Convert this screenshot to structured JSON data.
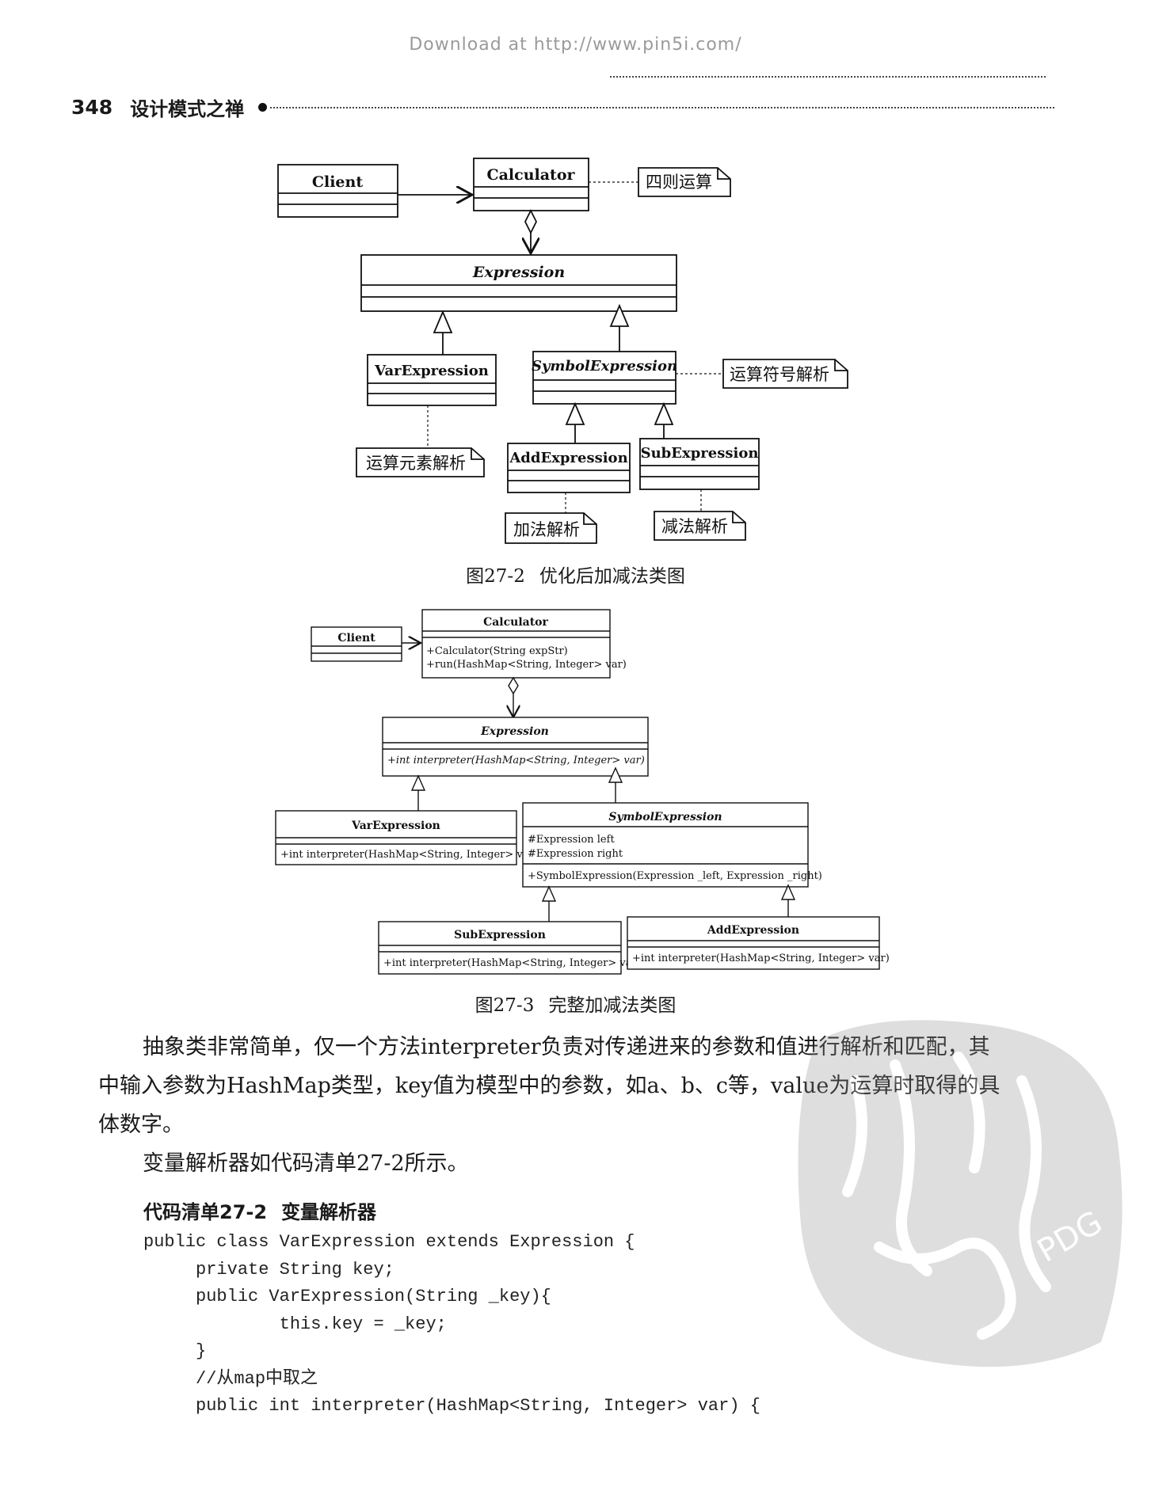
{
  "watermark_top": "Download at http://www.pin5i.com/",
  "header": {
    "page_number": "348",
    "book_title": "设计模式之禅"
  },
  "figure1": {
    "classes": {
      "client": "Client",
      "calculator": "Calculator",
      "expression": "Expression",
      "var_expression": "VarExpression",
      "symbol_expression": "SymbolExpression",
      "add_expression": "AddExpression",
      "sub_expression": "SubExpression"
    },
    "notes": {
      "calculator_note": "四则运算",
      "symbol_note": "运算符号解析",
      "var_note": "运算元素解析",
      "add_note": "加法解析",
      "sub_note": "减法解析"
    },
    "caption_number": "图27-2",
    "caption_text": "优化后加减法类图"
  },
  "figure2": {
    "client": "Client",
    "calculator": {
      "name": "Calculator",
      "methods": [
        "+Calculator(String expStr)",
        "+run(HashMap<String, Integer> var)"
      ]
    },
    "expression": {
      "name": "Expression",
      "methods": [
        "+int interpreter(HashMap<String, Integer> var)"
      ]
    },
    "var_expression": {
      "name": "VarExpression",
      "methods": [
        "+int interpreter(HashMap<String, Integer> var)"
      ]
    },
    "symbol_expression": {
      "name": "SymbolExpression",
      "attributes": [
        "#Expression left",
        "#Expression right"
      ],
      "methods": [
        "+SymbolExpression(Expression _left, Expression _right)"
      ]
    },
    "sub_expression": {
      "name": "SubExpression",
      "methods": [
        "+int interpreter(HashMap<String, Integer> var)"
      ]
    },
    "add_expression": {
      "name": "AddExpression",
      "methods": [
        "+int interpreter(HashMap<String, Integer> var)"
      ]
    },
    "caption_number": "图27-3",
    "caption_text": "完整加减法类图"
  },
  "body": {
    "paragraph1_lines": [
      "抽象类非常简单，仅一个方法interpreter负责对传递进来的参数和值进行解析和匹配，其",
      "中输入参数为HashMap类型，key值为模型中的参数，如a、b、c等，value为运算时取得的具",
      "体数字。"
    ],
    "paragraph2": "变量解析器如代码清单27-2所示。"
  },
  "listing": {
    "number": "代码清单27-2",
    "title": "变量解析器",
    "code_lines": [
      "public class VarExpression extends Expression {",
      "     private String key;",
      "     public VarExpression(String _key){",
      "             this.key = _key;",
      "     }",
      "     //从map中取之",
      "     public int interpreter(HashMap<String, Integer> var) {"
    ]
  },
  "stamp": {
    "text": "PDG"
  }
}
